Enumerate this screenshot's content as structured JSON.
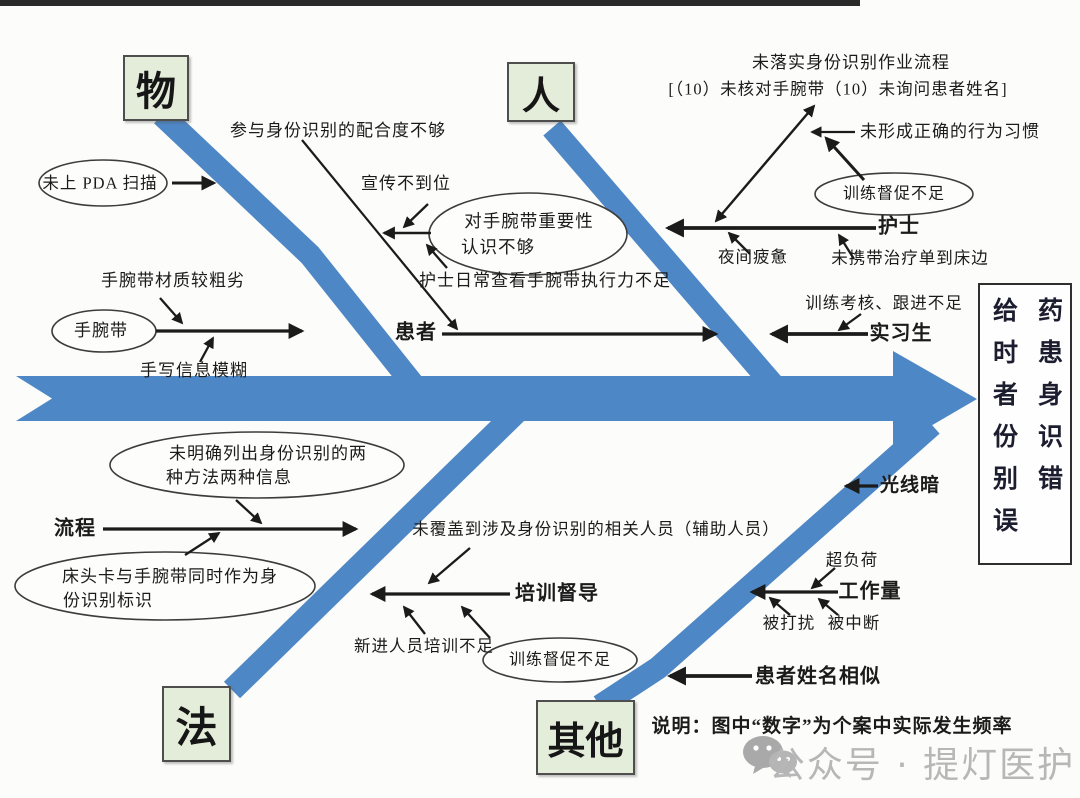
{
  "diagram": {
    "head": {
      "left_column": "给时者份别误",
      "right_column": "药患身识错"
    },
    "categories": {
      "material": "物",
      "people": "人",
      "method": "法",
      "other": "其他"
    },
    "labels": {
      "pda_scan": "未上 PDA 扫描",
      "wristband_material": "手腕带材质较粗劣",
      "wristband": "手腕带",
      "handwriting_blur": "手写信息模糊",
      "cooperation": "参与身份识别的配合度不够",
      "publicity": "宣传不到位",
      "importance_line1": "对手腕带重要性",
      "importance_line2": "认识不够",
      "nurse_check": "护士日常查看手腕带执行力不足",
      "patient": "患者",
      "process_not_implemented": "未落实身份识别作业流程",
      "process_bracket": "[（10）未核对手腕带（10）未询问患者姓名]",
      "behavior_habit": "未形成正确的行为习惯",
      "training_supervision_top": "训练督促不足",
      "nurse": "护士",
      "night_fatigue": "夜间疲惫",
      "no_sheet": "未携带治疗单到床边",
      "training_assessment": "训练考核、跟进不足",
      "intern": "实习生",
      "two_methods_line1": "未明确列出身份识别的两",
      "two_methods_line2": "种方法两种信息",
      "process": "流程",
      "bed_card_line1": "床头卡与手腕带同时作为身",
      "bed_card_line2": "份识别标识",
      "not_covered": "未覆盖到涉及身份识别的相关人员（辅助人员）",
      "training_guidance": "培训督导",
      "new_staff": "新进人员培训不足",
      "training_supervision_bottom": "训练督促不足",
      "dim_light": "光线暗",
      "overload": "超负荷",
      "workload": "工作量",
      "disturbed": "被打扰",
      "interrupted": "被中断",
      "similar_name": "患者姓名相似"
    },
    "note": "说明：图中“数字”为个案中实际发生频率",
    "watermark": "公众号 · 提灯医护",
    "colors": {
      "spine_blue": "#4e87c5",
      "category_green": "#e3edd9",
      "ink": "#1b1b1b",
      "watermark_gray": "#b7b7b7"
    }
  }
}
